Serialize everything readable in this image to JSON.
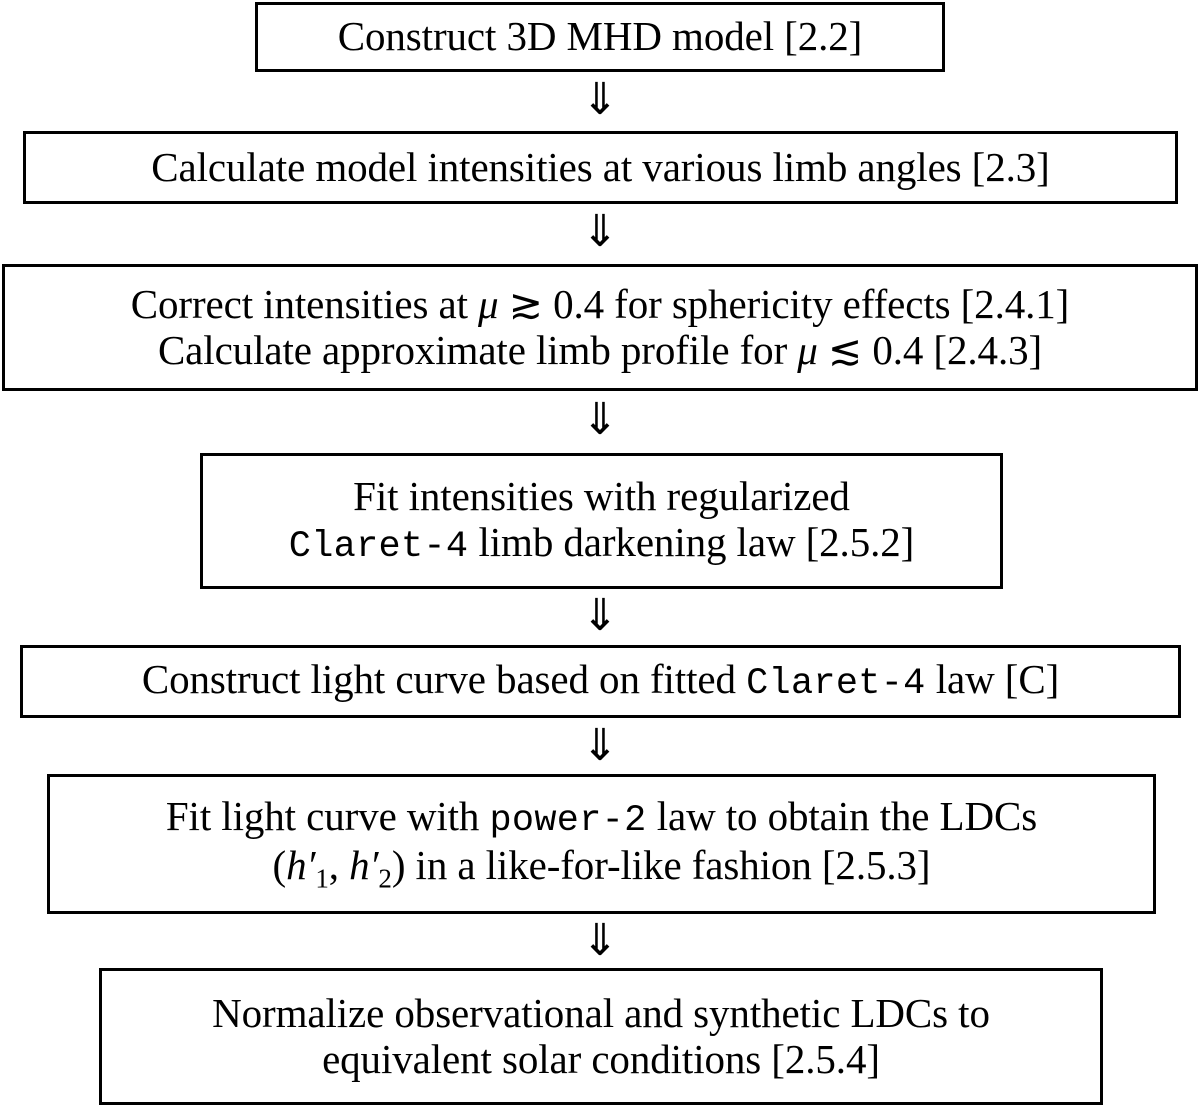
{
  "diagram": {
    "type": "flowchart",
    "orientation": "top-to-bottom",
    "connector_glyph": "⇓",
    "background_color": "#ffffff",
    "line_color": "#000000",
    "nodes": [
      {
        "id": "construct-3d-mhd-model",
        "lines": [
          {
            "segments": [
              {
                "text": "Construct 3D MHD model [2.2]",
                "style": "serif"
              }
            ]
          }
        ],
        "plain_text": "Construct 3D MHD model [2.2]",
        "section_ref": "[2.2]"
      },
      {
        "id": "calculate-model-intensities",
        "lines": [
          {
            "segments": [
              {
                "text": "Calculate model intensities at various limb angles [2.3]",
                "style": "serif"
              }
            ]
          }
        ],
        "plain_text": "Calculate model intensities at various limb angles [2.3]",
        "section_ref": "[2.3]"
      },
      {
        "id": "correct-intensities-sphericity",
        "lines": [
          {
            "segments": [
              {
                "text": "Correct intensities at ",
                "style": "serif"
              },
              {
                "text": "μ",
                "style": "math-italic"
              },
              {
                "text": " ≳ 0.4 for sphericity effects [2.4.1]",
                "style": "serif"
              }
            ]
          },
          {
            "segments": [
              {
                "text": "Calculate approximate limb profile for ",
                "style": "serif"
              },
              {
                "text": "μ",
                "style": "math-italic"
              },
              {
                "text": " ≲ 0.4 [2.4.3]",
                "style": "serif"
              }
            ]
          }
        ],
        "plain_text": "Correct intensities at μ ≳ 0.4 for sphericity effects [2.4.1] Calculate approximate limb profile for μ ≲ 0.4 [2.4.3]",
        "section_ref": "[2.4.1], [2.4.3]"
      },
      {
        "id": "fit-intensities-claret4",
        "lines": [
          {
            "segments": [
              {
                "text": "Fit intensities with regularized",
                "style": "serif"
              }
            ]
          },
          {
            "segments": [
              {
                "text": "Claret-4",
                "style": "mono"
              },
              {
                "text": " limb darkening law [2.5.2]",
                "style": "serif"
              }
            ]
          }
        ],
        "plain_text": "Fit intensities with regularized Claret-4 limb darkening law [2.5.2]",
        "section_ref": "[2.5.2]"
      },
      {
        "id": "construct-light-curve",
        "lines": [
          {
            "segments": [
              {
                "text": "Construct light curve based on fitted ",
                "style": "serif"
              },
              {
                "text": "Claret-4",
                "style": "mono"
              },
              {
                "text": " law [C]",
                "style": "serif"
              }
            ]
          }
        ],
        "plain_text": "Construct light curve based on fitted Claret-4 law [C]",
        "section_ref": "[C]"
      },
      {
        "id": "fit-light-curve-power2",
        "lines": [
          {
            "segments": [
              {
                "text": "Fit light curve with ",
                "style": "serif"
              },
              {
                "text": "power-2",
                "style": "mono"
              },
              {
                "text": " law to obtain the LDCs",
                "style": "serif"
              }
            ]
          },
          {
            "segments": [
              {
                "text": "(",
                "style": "serif"
              },
              {
                "text": "h",
                "style": "math-italic"
              },
              {
                "text": "′",
                "style": "prime"
              },
              {
                "text": "1",
                "style": "subscript"
              },
              {
                "text": ", ",
                "style": "serif"
              },
              {
                "text": "h",
                "style": "math-italic"
              },
              {
                "text": "′",
                "style": "prime"
              },
              {
                "text": "2",
                "style": "subscript"
              },
              {
                "text": ") in a like-for-like fashion [2.5.3]",
                "style": "serif"
              }
            ]
          }
        ],
        "plain_text": "Fit light curve with power-2 law to obtain the LDCs (h′1, h′2) in a like-for-like fashion [2.5.3]",
        "section_ref": "[2.5.3]"
      },
      {
        "id": "normalize-ldcs",
        "lines": [
          {
            "segments": [
              {
                "text": "Normalize observational and synthetic LDCs to",
                "style": "serif"
              }
            ]
          },
          {
            "segments": [
              {
                "text": "equivalent solar conditions [2.5.4]",
                "style": "serif"
              }
            ]
          }
        ],
        "plain_text": "Normalize observational and synthetic LDCs to equivalent solar conditions [2.5.4]",
        "section_ref": "[2.5.4]"
      }
    ],
    "connectors": [
      {
        "id": "arrow-1",
        "glyph": "⇓",
        "from": "construct-3d-mhd-model",
        "to": "calculate-model-intensities"
      },
      {
        "id": "arrow-2",
        "glyph": "⇓",
        "from": "calculate-model-intensities",
        "to": "correct-intensities-sphericity"
      },
      {
        "id": "arrow-3",
        "glyph": "⇓",
        "from": "correct-intensities-sphericity",
        "to": "fit-intensities-claret4"
      },
      {
        "id": "arrow-4",
        "glyph": "⇓",
        "from": "fit-intensities-claret4",
        "to": "construct-light-curve"
      },
      {
        "id": "arrow-5",
        "glyph": "⇓",
        "from": "construct-light-curve",
        "to": "fit-light-curve-power2"
      },
      {
        "id": "arrow-6",
        "glyph": "⇓",
        "from": "fit-light-curve-power2",
        "to": "normalize-ldcs"
      }
    ]
  }
}
